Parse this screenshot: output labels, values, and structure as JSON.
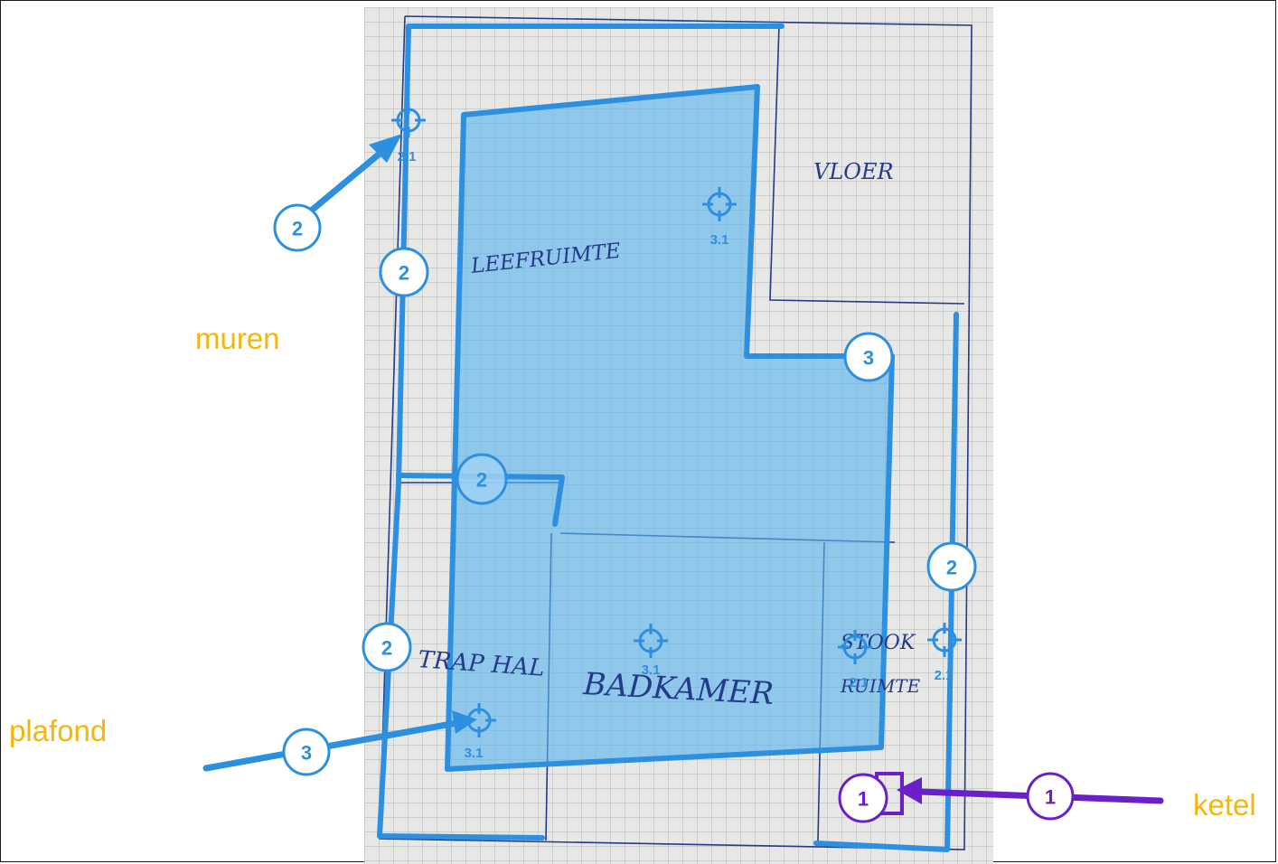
{
  "colors": {
    "wall_blue": "#2d8fe0",
    "fill_blue": "#5ab4ee",
    "boiler_purple": "#6a1fc8",
    "label_orange": "#f5b60c",
    "ink": "#243a8a"
  },
  "labels": {
    "muren": "muren",
    "plafond": "plafond",
    "ketel": "ketel"
  },
  "rooms": {
    "leefruimte": "LEEFRUIMTE",
    "vloer": "VLOER",
    "traphal": "TRAP HAL",
    "badkamer": "BADKAMER",
    "stook_line1": "STOOK",
    "stook_line2": "RUIMTE"
  },
  "badges": {
    "wall_a": "2",
    "wall_b": "2",
    "wall_c": "2",
    "wall_d": "2",
    "wall_e": "2",
    "ceiling_a": "3",
    "ceiling_b": "3",
    "boiler_a": "1",
    "boiler_b": "1"
  },
  "targets": {
    "t1": "2.1",
    "t2": "3.1",
    "t3": "3.1",
    "t4": "3.1",
    "t5": "2.1",
    "t6": "2.1"
  },
  "icons": [
    "crosshair-icon",
    "arrow-icon"
  ]
}
